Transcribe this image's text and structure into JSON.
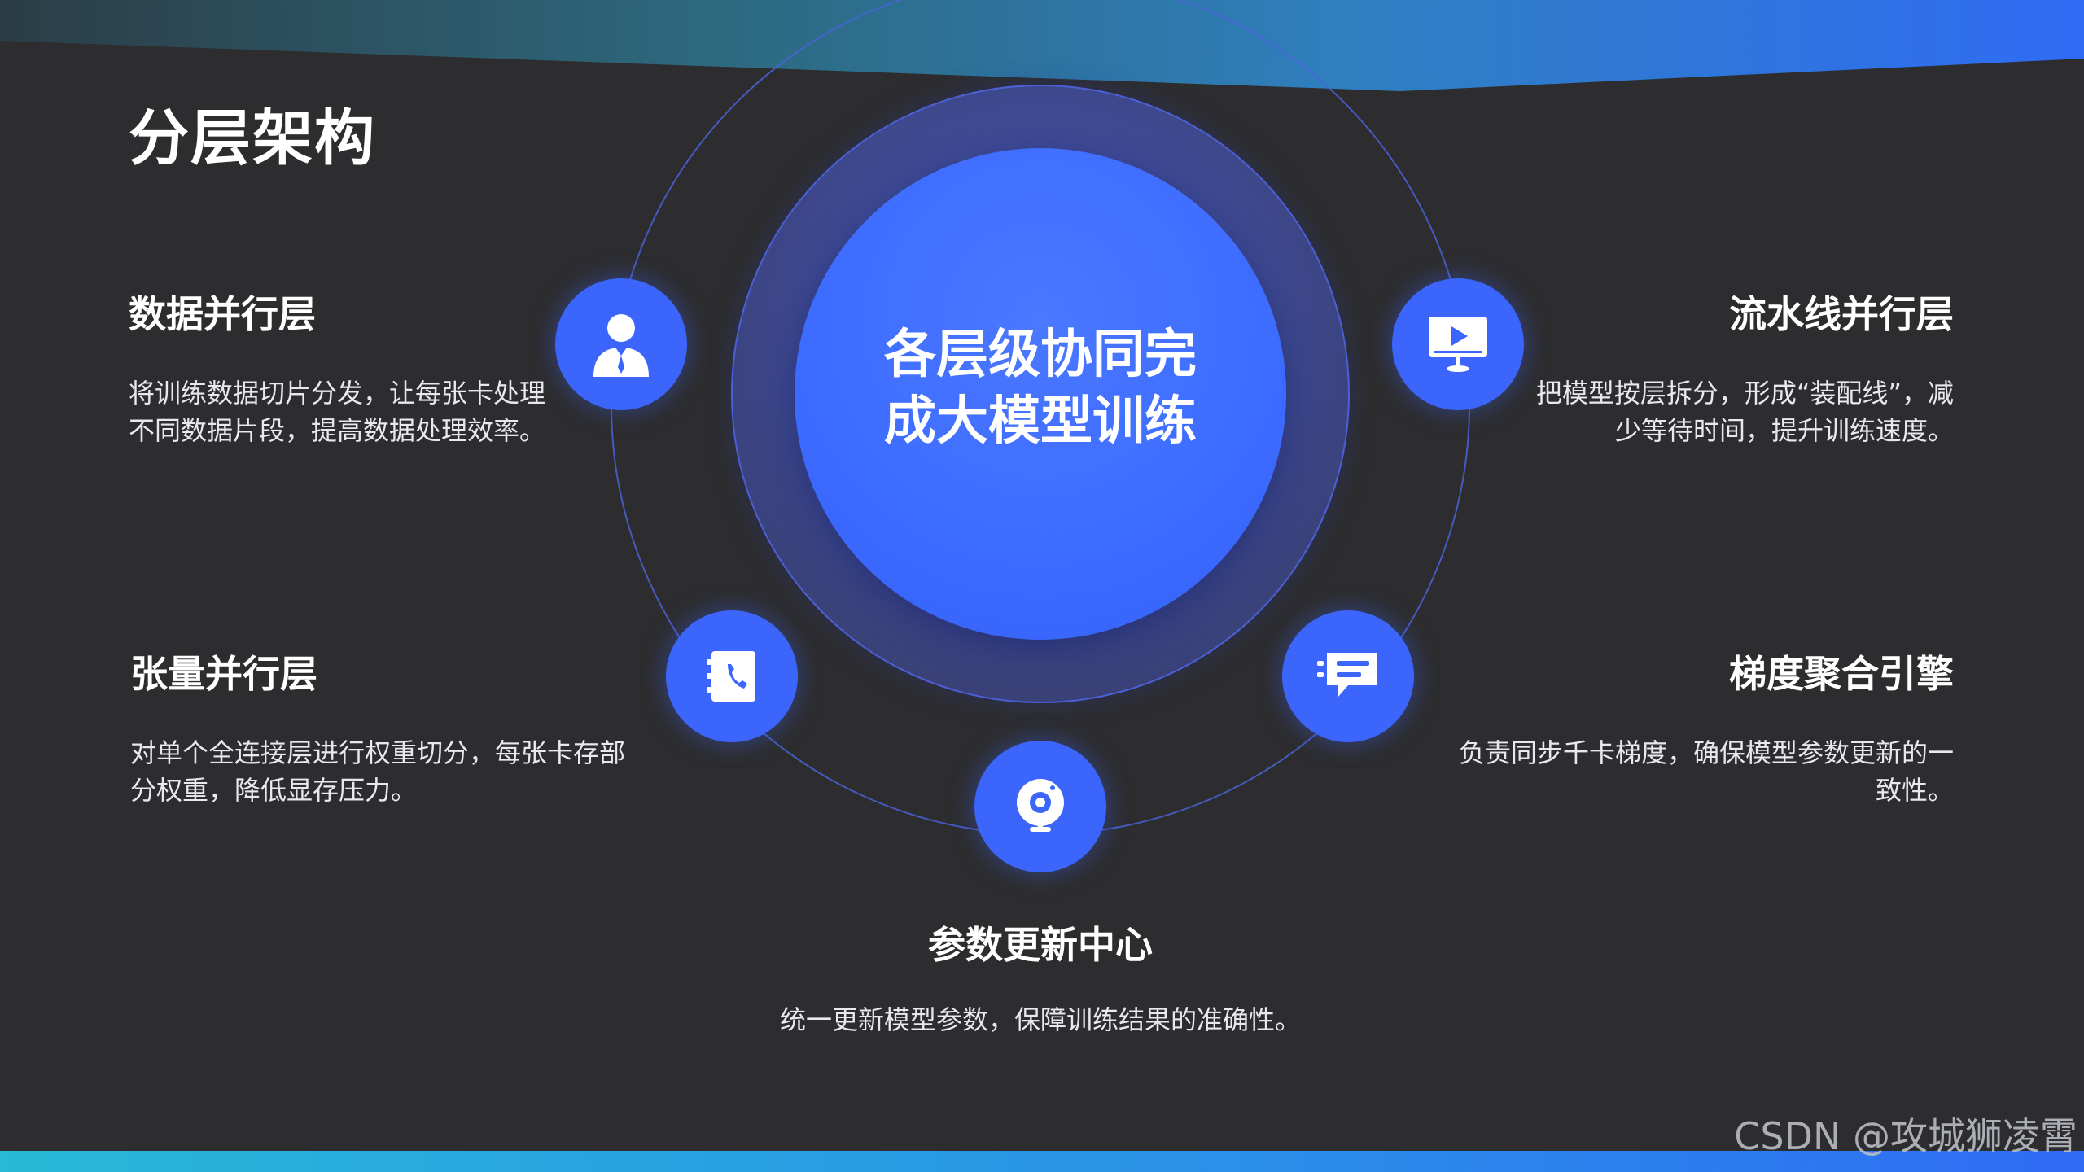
{
  "page": {
    "title": "分层架构"
  },
  "center": {
    "line1": "各层级协同完",
    "line2": "成大模型训练"
  },
  "layers": [
    {
      "title": "数据并行层",
      "desc_line1": "将训练数据切片分发，让每张卡处理",
      "desc_line2": "不同数据片段，提高数据处理效率。",
      "icon": "person-icon"
    },
    {
      "title": "张量并行层",
      "desc_line1": "对单个全连接层进行权重切分，每张卡存部",
      "desc_line2": "分权重，降低显存压力。",
      "icon": "contact-book-icon"
    },
    {
      "title": "参数更新中心",
      "desc_line1": "统一更新模型参数，保障训练结果的准确性。",
      "icon": "webcam-icon"
    },
    {
      "title": "流水线并行层",
      "desc_line1": "把模型按层拆分，形成“装配线”，减",
      "desc_line2": "少等待时间，提升训练速度。",
      "icon": "monitor-play-icon"
    },
    {
      "title": "梯度聚合引擎",
      "desc_line1": "负责同步千卡梯度，确保模型参数更新的一",
      "desc_line2": "致性。",
      "icon": "chat-list-icon"
    }
  ],
  "watermark": "CSDN @攻城狮凌霄",
  "colors": {
    "background": "#2d2d2f",
    "accent": "#3b65fb",
    "core": "#3d6bff",
    "orbit": "#4a63d8"
  }
}
